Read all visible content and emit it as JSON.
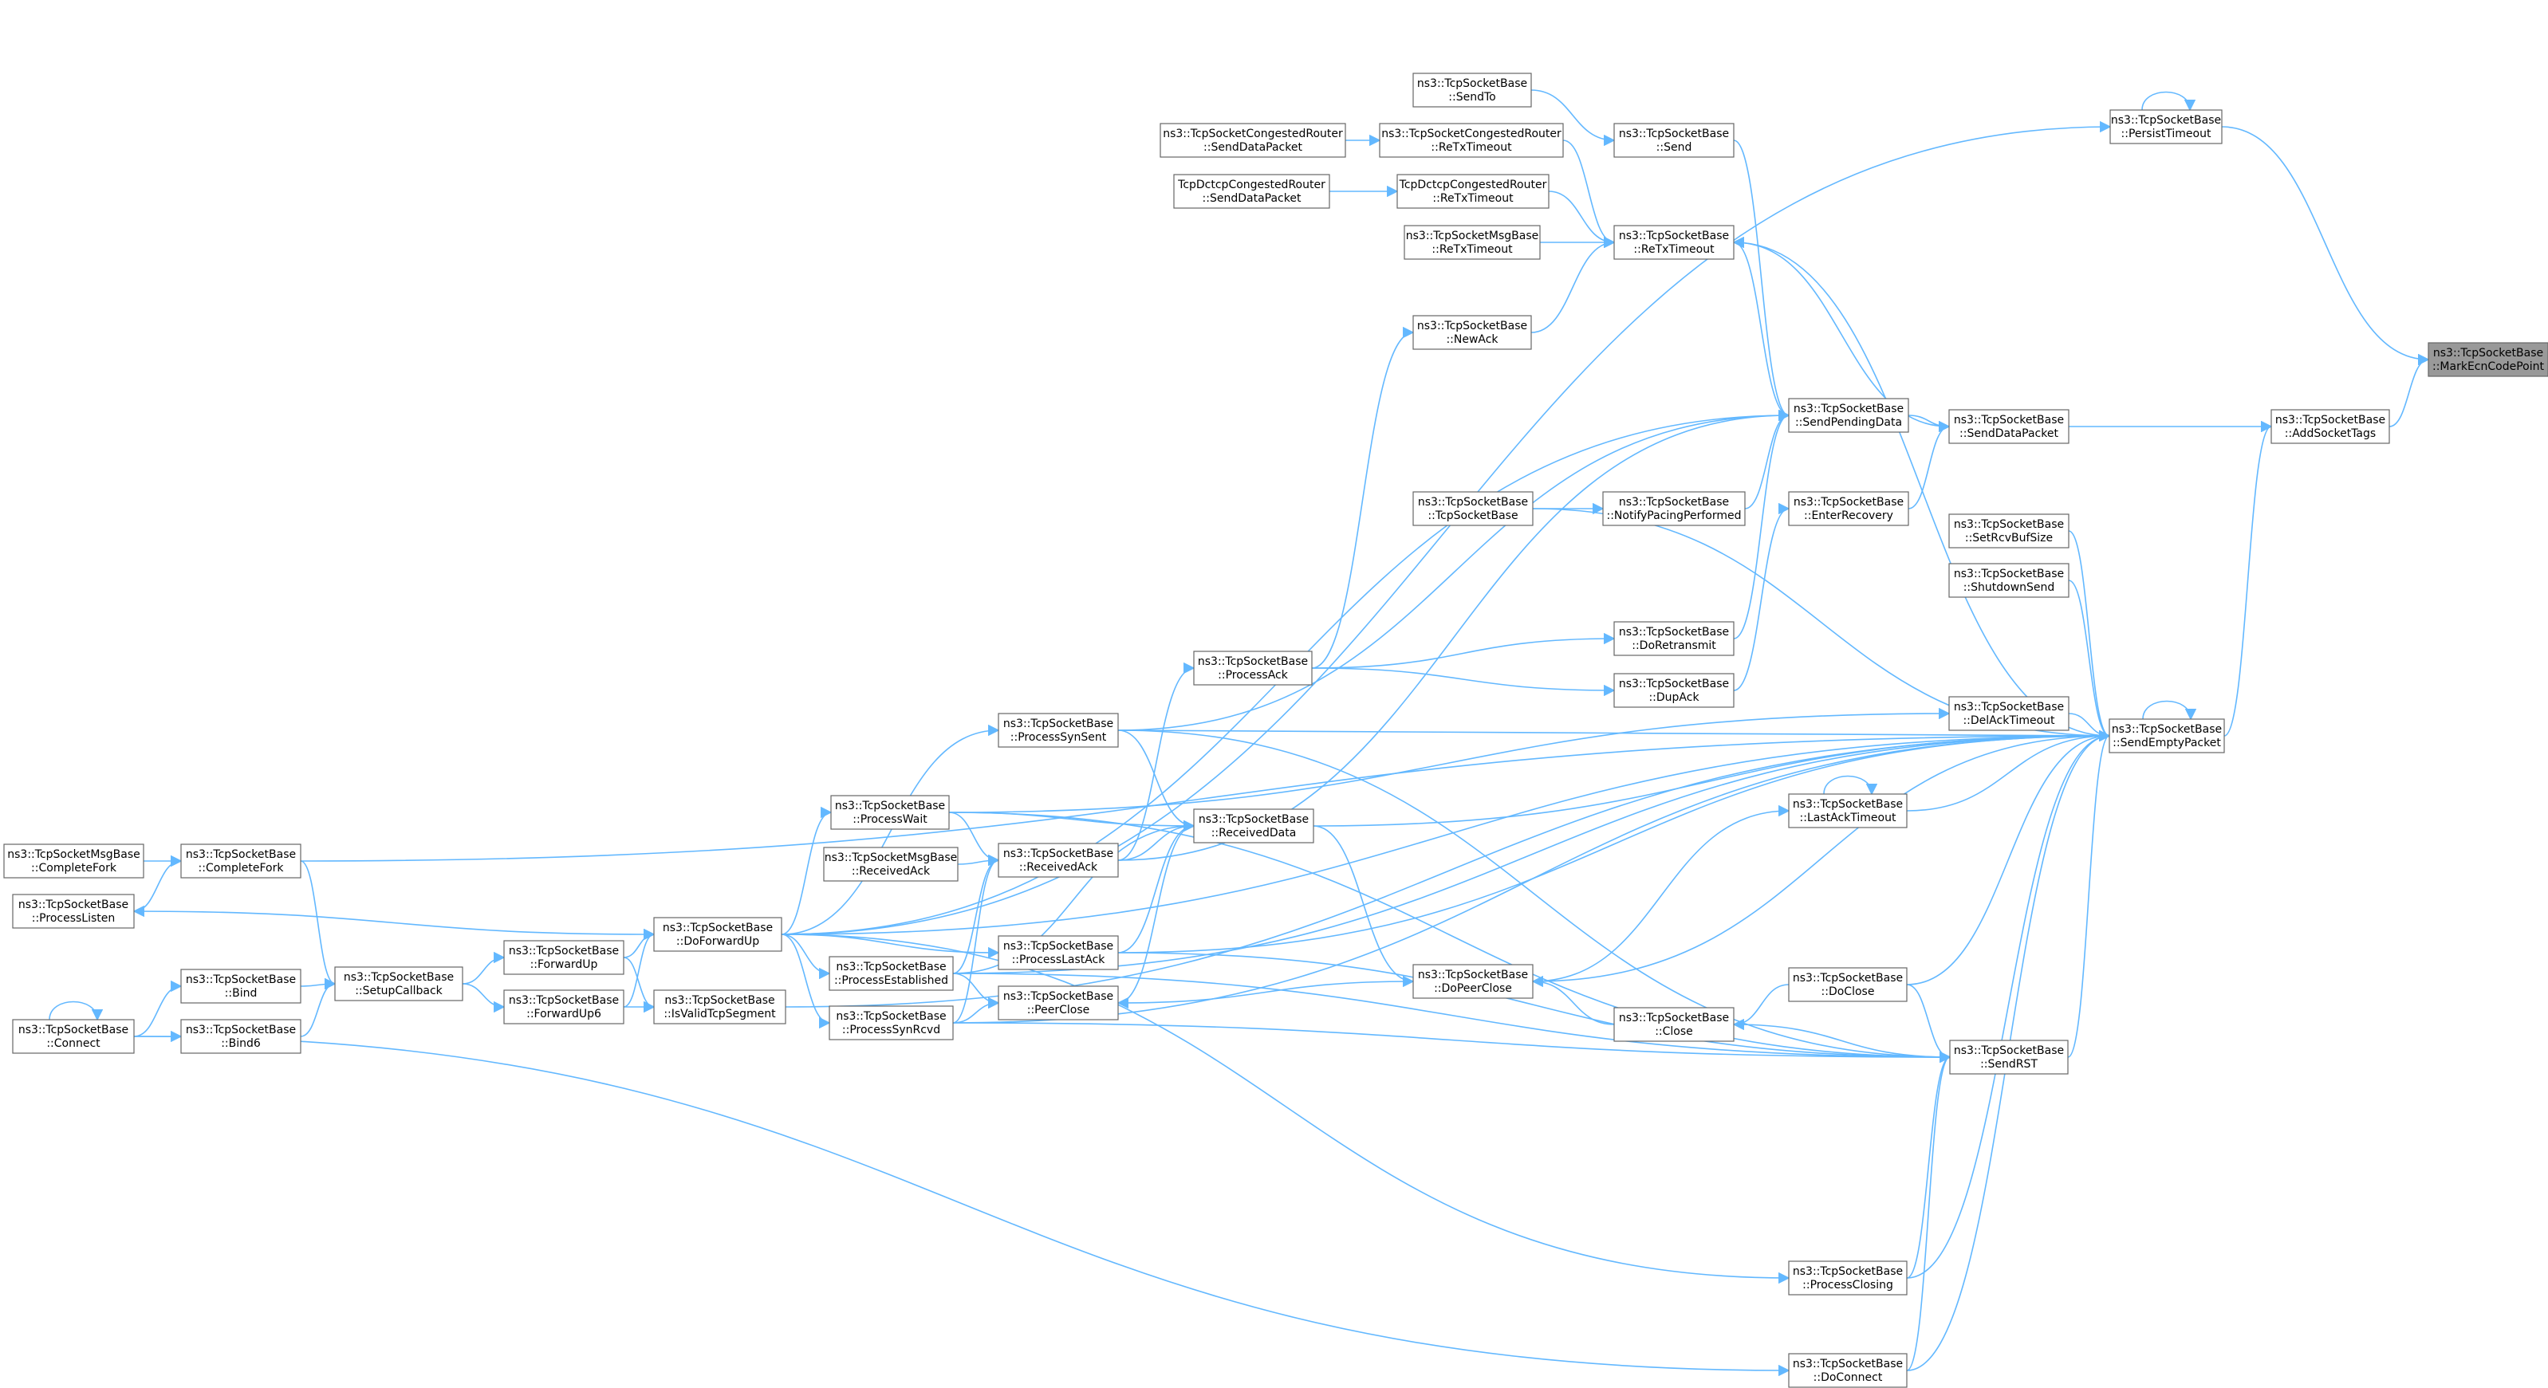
{
  "colors": {
    "edge": "#63b8ff",
    "node_border": "#666666",
    "node_fill": "#ffffff",
    "focus_fill": "#999999",
    "text": "#000000"
  },
  "nodes": [
    {
      "id": "MarkEcnCodePoint",
      "l1": "ns3::TcpSocketBase",
      "l2": "::MarkEcnCodePoint",
      "focus": true
    },
    {
      "id": "AddSocketTags",
      "l1": "ns3::TcpSocketBase",
      "l2": "::AddSocketTags"
    },
    {
      "id": "PersistTimeout",
      "l1": "ns3::TcpSocketBase",
      "l2": "::PersistTimeout"
    },
    {
      "id": "SendEmptyPacket",
      "l1": "ns3::TcpSocketBase",
      "l2": "::SendEmptyPacket"
    },
    {
      "id": "SendDataPacket",
      "l1": "ns3::TcpSocketBase",
      "l2": "::SendDataPacket"
    },
    {
      "id": "SetRcvBufSize",
      "l1": "ns3::TcpSocketBase",
      "l2": "::SetRcvBufSize"
    },
    {
      "id": "ShutdownSend",
      "l1": "ns3::TcpSocketBase",
      "l2": "::ShutdownSend"
    },
    {
      "id": "DelAckTimeout",
      "l1": "ns3::TcpSocketBase",
      "l2": "::DelAckTimeout"
    },
    {
      "id": "LastAckTimeout",
      "l1": "ns3::TcpSocketBase",
      "l2": "::LastAckTimeout"
    },
    {
      "id": "DoClose",
      "l1": "ns3::TcpSocketBase",
      "l2": "::DoClose"
    },
    {
      "id": "SendRST",
      "l1": "ns3::TcpSocketBase",
      "l2": "::SendRST"
    },
    {
      "id": "ProcessClosing",
      "l1": "ns3::TcpSocketBase",
      "l2": "::ProcessClosing"
    },
    {
      "id": "DoConnect",
      "l1": "ns3::TcpSocketBase",
      "l2": "::DoConnect"
    },
    {
      "id": "SendPendingData",
      "l1": "ns3::TcpSocketBase",
      "l2": "::SendPendingData"
    },
    {
      "id": "EnterRecovery",
      "l1": "ns3::TcpSocketBase",
      "l2": "::EnterRecovery"
    },
    {
      "id": "Send",
      "l1": "ns3::TcpSocketBase",
      "l2": "::Send"
    },
    {
      "id": "ReTxTimeout",
      "l1": "ns3::TcpSocketBase",
      "l2": "::ReTxTimeout"
    },
    {
      "id": "NotifyPacingPerformed",
      "l1": "ns3::TcpSocketBase",
      "l2": "::NotifyPacingPerformed"
    },
    {
      "id": "DoRetransmit",
      "l1": "ns3::TcpSocketBase",
      "l2": "::DoRetransmit"
    },
    {
      "id": "DupAck",
      "l1": "ns3::TcpSocketBase",
      "l2": "::DupAck"
    },
    {
      "id": "Close",
      "l1": "ns3::TcpSocketBase",
      "l2": "::Close"
    },
    {
      "id": "SendTo",
      "l1": "ns3::TcpSocketBase",
      "l2": "::SendTo"
    },
    {
      "id": "CongRouterReTx",
      "l1": "ns3::TcpSocketCongestedRouter",
      "l2": "::ReTxTimeout"
    },
    {
      "id": "DctcpReTx",
      "l1": "TcpDctcpCongestedRouter",
      "l2": "::ReTxTimeout"
    },
    {
      "id": "MsgBaseReTx",
      "l1": "ns3::TcpSocketMsgBase",
      "l2": "::ReTxTimeout"
    },
    {
      "id": "NewAck",
      "l1": "ns3::TcpSocketBase",
      "l2": "::NewAck"
    },
    {
      "id": "TcpSocketBaseCtor",
      "l1": "ns3::TcpSocketBase",
      "l2": "::TcpSocketBase"
    },
    {
      "id": "DoPeerClose",
      "l1": "ns3::TcpSocketBase",
      "l2": "::DoPeerClose"
    },
    {
      "id": "CongRouterSendData",
      "l1": "ns3::TcpSocketCongestedRouter",
      "l2": "::SendDataPacket"
    },
    {
      "id": "DctcpSendData",
      "l1": "TcpDctcpCongestedRouter",
      "l2": "::SendDataPacket"
    },
    {
      "id": "ProcessAck",
      "l1": "ns3::TcpSocketBase",
      "l2": "::ProcessAck"
    },
    {
      "id": "ReceivedData",
      "l1": "ns3::TcpSocketBase",
      "l2": "::ReceivedData"
    },
    {
      "id": "ProcessSynSent",
      "l1": "ns3::TcpSocketBase",
      "l2": "::ProcessSynSent"
    },
    {
      "id": "ReceivedAck",
      "l1": "ns3::TcpSocketBase",
      "l2": "::ReceivedAck"
    },
    {
      "id": "ProcessLastAck",
      "l1": "ns3::TcpSocketBase",
      "l2": "::ProcessLastAck"
    },
    {
      "id": "PeerClose",
      "l1": "ns3::TcpSocketBase",
      "l2": "::PeerClose"
    },
    {
      "id": "ProcessWait",
      "l1": "ns3::TcpSocketBase",
      "l2": "::ProcessWait"
    },
    {
      "id": "MsgBaseReceivedAck",
      "l1": "ns3::TcpSocketMsgBase",
      "l2": "::ReceivedAck"
    },
    {
      "id": "ProcessEstablished",
      "l1": "ns3::TcpSocketBase",
      "l2": "::ProcessEstablished"
    },
    {
      "id": "ProcessSynRcvd",
      "l1": "ns3::TcpSocketBase",
      "l2": "::ProcessSynRcvd"
    },
    {
      "id": "DoForwardUp",
      "l1": "ns3::TcpSocketBase",
      "l2": "::DoForwardUp"
    },
    {
      "id": "IsValidTcpSegment",
      "l1": "ns3::TcpSocketBase",
      "l2": "::IsValidTcpSegment"
    },
    {
      "id": "ForwardUp",
      "l1": "ns3::TcpSocketBase",
      "l2": "::ForwardUp"
    },
    {
      "id": "ForwardUp6",
      "l1": "ns3::TcpSocketBase",
      "l2": "::ForwardUp6"
    },
    {
      "id": "SetupCallback",
      "l1": "ns3::TcpSocketBase",
      "l2": "::SetupCallback"
    },
    {
      "id": "CompleteFork",
      "l1": "ns3::TcpSocketBase",
      "l2": "::CompleteFork"
    },
    {
      "id": "Bind",
      "l1": "ns3::TcpSocketBase",
      "l2": "::Bind"
    },
    {
      "id": "Bind6",
      "l1": "ns3::TcpSocketBase",
      "l2": "::Bind6"
    },
    {
      "id": "MsgBaseCompleteFork",
      "l1": "ns3::TcpSocketMsgBase",
      "l2": "::CompleteFork"
    },
    {
      "id": "ProcessListen",
      "l1": "ns3::TcpSocketBase",
      "l2": "::ProcessListen"
    },
    {
      "id": "Connect",
      "l1": "ns3::TcpSocketBase",
      "l2": "::Connect"
    }
  ],
  "edges": [
    {
      "from": "AddSocketTags",
      "to": "MarkEcnCodePoint"
    },
    {
      "from": "PersistTimeout",
      "to": "MarkEcnCodePoint"
    },
    {
      "from": "SendEmptyPacket",
      "to": "AddSocketTags"
    },
    {
      "from": "SendDataPacket",
      "to": "AddSocketTags"
    },
    {
      "from": "SendEmptyPacket",
      "to": "SendEmptyPacket"
    },
    {
      "from": "SetRcvBufSize",
      "to": "SendEmptyPacket"
    },
    {
      "from": "ShutdownSend",
      "to": "SendEmptyPacket"
    },
    {
      "from": "DelAckTimeout",
      "to": "SendEmptyPacket"
    },
    {
      "from": "LastAckTimeout",
      "to": "SendEmptyPacket"
    },
    {
      "from": "DoClose",
      "to": "SendEmptyPacket"
    },
    {
      "from": "SendRST",
      "to": "SendEmptyPacket"
    },
    {
      "from": "ProcessClosing",
      "to": "SendEmptyPacket"
    },
    {
      "from": "DoConnect",
      "to": "SendEmptyPacket"
    },
    {
      "from": "PersistTimeout",
      "to": "PersistTimeout"
    },
    {
      "from": "SendPendingData",
      "to": "SendDataPacket"
    },
    {
      "from": "EnterRecovery",
      "to": "SendDataPacket"
    },
    {
      "from": "SendTo",
      "to": "Send"
    },
    {
      "from": "Send",
      "to": "SendPendingData"
    },
    {
      "from": "CongRouterSendData",
      "to": "CongRouterReTx"
    },
    {
      "from": "DctcpSendData",
      "to": "DctcpReTx"
    },
    {
      "from": "CongRouterReTx",
      "to": "ReTxTimeout"
    },
    {
      "from": "DctcpReTx",
      "to": "ReTxTimeout"
    },
    {
      "from": "MsgBaseReTx",
      "to": "ReTxTimeout"
    },
    {
      "from": "NewAck",
      "to": "ReTxTimeout"
    },
    {
      "from": "SendPendingData",
      "to": "ReTxTimeout"
    },
    {
      "from": "SendDataPacket",
      "to": "ReTxTimeout"
    },
    {
      "from": "NotifyPacingPerformed",
      "to": "SendPendingData"
    },
    {
      "from": "TcpSocketBaseCtor",
      "to": "NotifyPacingPerformed"
    },
    {
      "from": "DoRetransmit",
      "to": "SendPendingData"
    },
    {
      "from": "DupAck",
      "to": "EnterRecovery"
    },
    {
      "from": "ProcessAck",
      "to": "DoRetransmit"
    },
    {
      "from": "ProcessAck",
      "to": "DupAck"
    },
    {
      "from": "ProcessAck",
      "to": "NewAck"
    },
    {
      "from": "ReceivedAck",
      "to": "ProcessAck"
    },
    {
      "from": "LastAckTimeout",
      "to": "LastAckTimeout"
    },
    {
      "from": "DoPeerClose",
      "to": "LastAckTimeout"
    },
    {
      "from": "DoClose",
      "to": "Close"
    },
    {
      "from": "Close",
      "to": "DoPeerClose"
    },
    {
      "from": "ReceivedData",
      "to": "DoPeerClose"
    },
    {
      "from": "DoPeerClose",
      "to": "PeerClose"
    },
    {
      "from": "ProcessSynSent",
      "to": "ReceivedData"
    },
    {
      "from": "ProcessWait",
      "to": "ReceivedData"
    },
    {
      "from": "ReceivedAck",
      "to": "ReceivedData"
    },
    {
      "from": "ProcessEstablished",
      "to": "ReceivedData"
    },
    {
      "from": "PeerClose",
      "to": "ReceivedData"
    },
    {
      "from": "ProcessLastAck",
      "to": "ReceivedData"
    },
    {
      "from": "MsgBaseReceivedAck",
      "to": "ReceivedAck"
    },
    {
      "from": "ProcessWait",
      "to": "ReceivedAck"
    },
    {
      "from": "ProcessEstablished",
      "to": "ReceivedAck"
    },
    {
      "from": "ProcessSynRcvd",
      "to": "ReceivedAck"
    },
    {
      "from": "ProcessEstablished",
      "to": "PeerClose"
    },
    {
      "from": "ProcessSynRcvd",
      "to": "PeerClose"
    },
    {
      "from": "DoForwardUp",
      "to": "ProcessSynSent"
    },
    {
      "from": "DoForwardUp",
      "to": "ProcessWait"
    },
    {
      "from": "DoForwardUp",
      "to": "ProcessEstablished"
    },
    {
      "from": "DoForwardUp",
      "to": "ProcessSynRcvd"
    },
    {
      "from": "DoForwardUp",
      "to": "ProcessLastAck"
    },
    {
      "from": "DoForwardUp",
      "to": "ProcessListen"
    },
    {
      "from": "ForwardUp",
      "to": "DoForwardUp"
    },
    {
      "from": "ForwardUp6",
      "to": "DoForwardUp"
    },
    {
      "from": "ForwardUp",
      "to": "IsValidTcpSegment"
    },
    {
      "from": "ForwardUp6",
      "to": "IsValidTcpSegment"
    },
    {
      "from": "SetupCallback",
      "to": "ForwardUp"
    },
    {
      "from": "SetupCallback",
      "to": "ForwardUp6"
    },
    {
      "from": "CompleteFork",
      "to": "SetupCallback"
    },
    {
      "from": "Bind",
      "to": "SetupCallback"
    },
    {
      "from": "Bind6",
      "to": "SetupCallback"
    },
    {
      "from": "MsgBaseCompleteFork",
      "to": "CompleteFork"
    },
    {
      "from": "ProcessListen",
      "to": "CompleteFork"
    },
    {
      "from": "Connect",
      "to": "Bind"
    },
    {
      "from": "Connect",
      "to": "Bind6"
    },
    {
      "from": "Connect",
      "to": "Connect"
    },
    {
      "from": "DoForwardUp",
      "to": "SendEmptyPacket"
    },
    {
      "from": "DoForwardUp",
      "to": "SendPendingData"
    },
    {
      "from": "DoForwardUp",
      "to": "PersistTimeout"
    },
    {
      "from": "CompleteFork",
      "to": "SendEmptyPacket"
    },
    {
      "from": "ProcessSynSent",
      "to": "SendPendingData"
    },
    {
      "from": "ProcessSynSent",
      "to": "SendEmptyPacket"
    },
    {
      "from": "ReceivedAck",
      "to": "SendPendingData"
    },
    {
      "from": "ReceivedData",
      "to": "SendEmptyPacket"
    },
    {
      "from": "DoPeerClose",
      "to": "SendEmptyPacket"
    },
    {
      "from": "TcpSocketBaseCtor",
      "to": "SendEmptyPacket"
    },
    {
      "from": "ReTxTimeout",
      "to": "SendEmptyPacket"
    },
    {
      "from": "ProcessWait",
      "to": "DelAckTimeout"
    },
    {
      "from": "IsValidTcpSegment",
      "to": "SendEmptyPacket"
    },
    {
      "from": "ProcessWait",
      "to": "SendRST"
    },
    {
      "from": "ProcessSynSent",
      "to": "SendRST"
    },
    {
      "from": "ProcessLastAck",
      "to": "SendRST"
    },
    {
      "from": "ProcessEstablished",
      "to": "SendRST"
    },
    {
      "from": "ProcessSynRcvd",
      "to": "SendRST"
    },
    {
      "from": "Close",
      "to": "SendRST"
    },
    {
      "from": "DoClose",
      "to": "SendRST"
    },
    {
      "from": "ProcessClosing",
      "to": "SendRST"
    },
    {
      "from": "DoConnect",
      "to": "SendRST"
    },
    {
      "from": "ProcessEstablished",
      "to": "SendEmptyPacket"
    },
    {
      "from": "ProcessSynRcvd",
      "to": "SendEmptyPacket"
    },
    {
      "from": "DoForwardUp",
      "to": "ProcessClosing"
    },
    {
      "from": "Connect",
      "to": "DoConnect"
    },
    {
      "from": "ProcessLastAck",
      "to": "SendEmptyPacket"
    }
  ]
}
